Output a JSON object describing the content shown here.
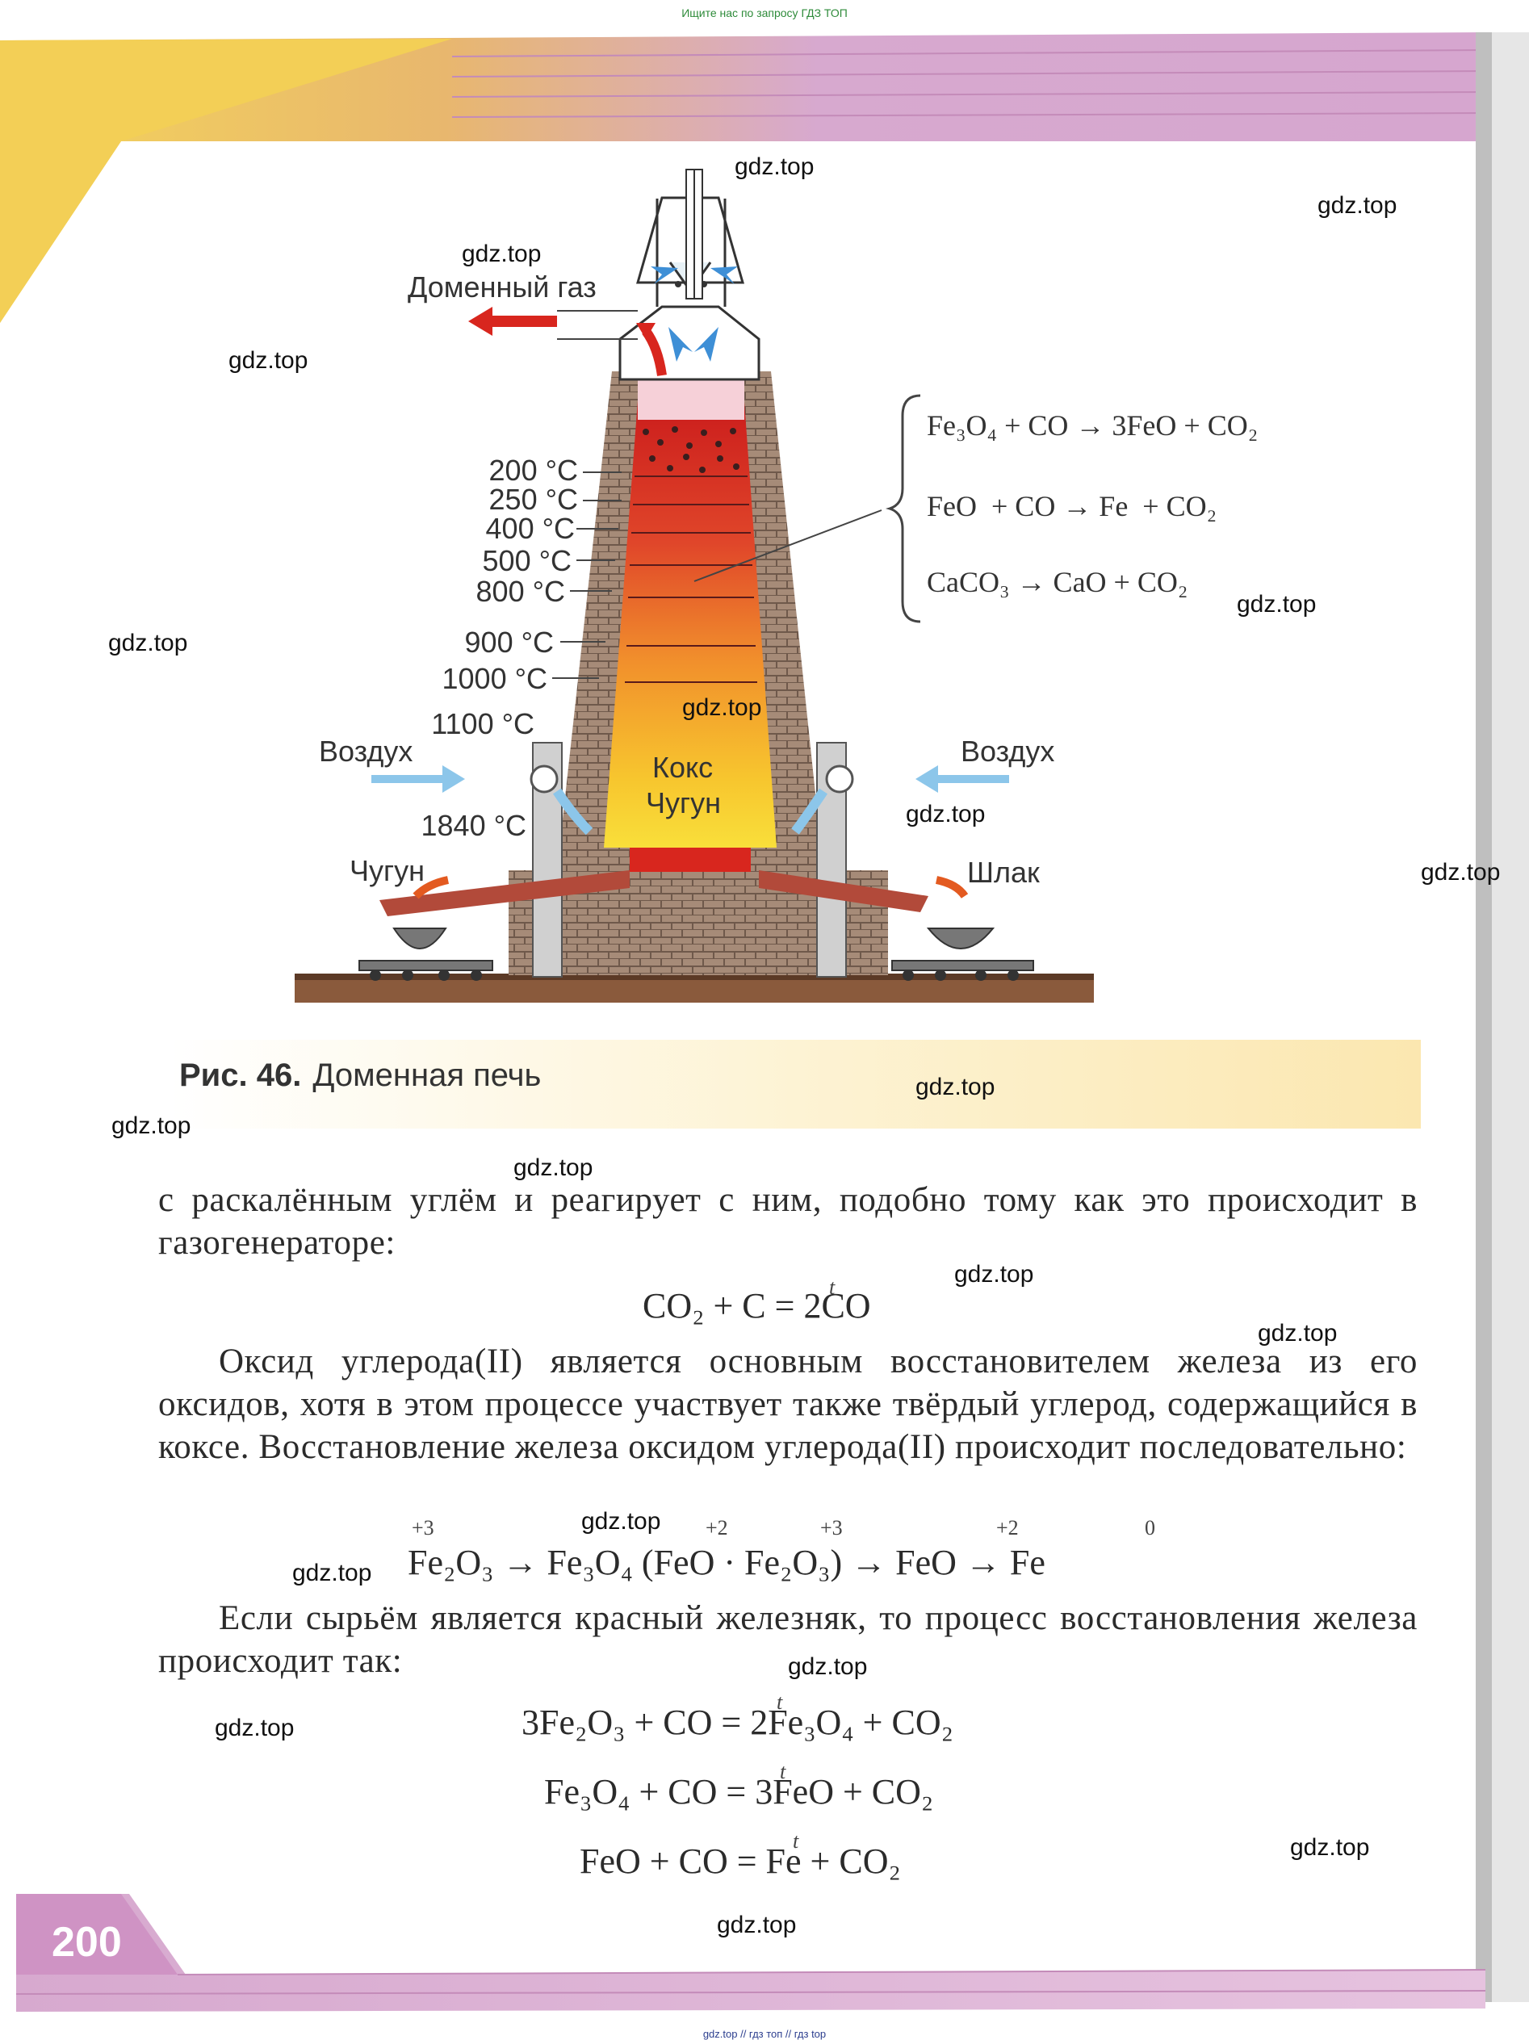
{
  "top_link": "Ищите нас по запросу ГДЗ ТОП",
  "bottom_link": "gdz.top // гдз топ // гдз top",
  "watermark": "gdz.top",
  "figure": {
    "caption_number": "Рис. 46.",
    "caption_text": "Доменная печь",
    "labels": {
      "blast_gas": "Доменный газ",
      "air_left": "Воздух",
      "air_right": "Воздух",
      "coke": "Кокс",
      "pig_iron_inside": "Чугун",
      "pig_iron_out": "Чугун",
      "slag": "Шлак"
    },
    "temperatures": [
      "200 °C",
      "250 °C",
      "400 °C",
      "500 °C",
      "800 °C",
      "900 °C",
      "1000 °C",
      "1100 °C",
      "1840 °C"
    ],
    "reactions": [
      "Fe₃O₄ + CO → 3FeO + CO₂",
      "FeO  + CO → Fe  + CO₂",
      "CaCO₃ → CaO + CO₂"
    ]
  },
  "text": {
    "para1": "с раскалённым углём и реагирует с ним, подобно тому как это происходит в газогенераторе:",
    "eq1": "CO₂ + C = 2CO",
    "para2": "Оксид углерода(II) является основным восстановителем железа из его оксидов, хотя в этом процессе участвует также твёрдый углерод, содержащийся в коксе. Восстановление железа оксидом углерода(II) происходит последовательно:",
    "chain": "Fe₂O₃ → Fe₃O₄ (FeO · Fe₂O₃) → FeO → Fe",
    "chain_ox": [
      "+3",
      "+2",
      "+3",
      "+2",
      "0"
    ],
    "para3": "Если сырьём является красный железняк, то процесс восстановления железа происходит так:",
    "eq2": "3Fe₂O₃ + CO = 2Fe₃O₄ + CO₂",
    "eq3": "Fe₃O₄ + CO = 3FeO + CO₂",
    "eq4": "FeO + CO = Fe + CO₂",
    "eq_condition": "t"
  },
  "page_number": "200",
  "colors": {
    "header_pink": "#d9a7cf",
    "header_yellow": "#f2c640",
    "brick": "#9b7f6e",
    "furnace_hot": "#d8261e",
    "furnace_warm": "#f5b423"
  }
}
